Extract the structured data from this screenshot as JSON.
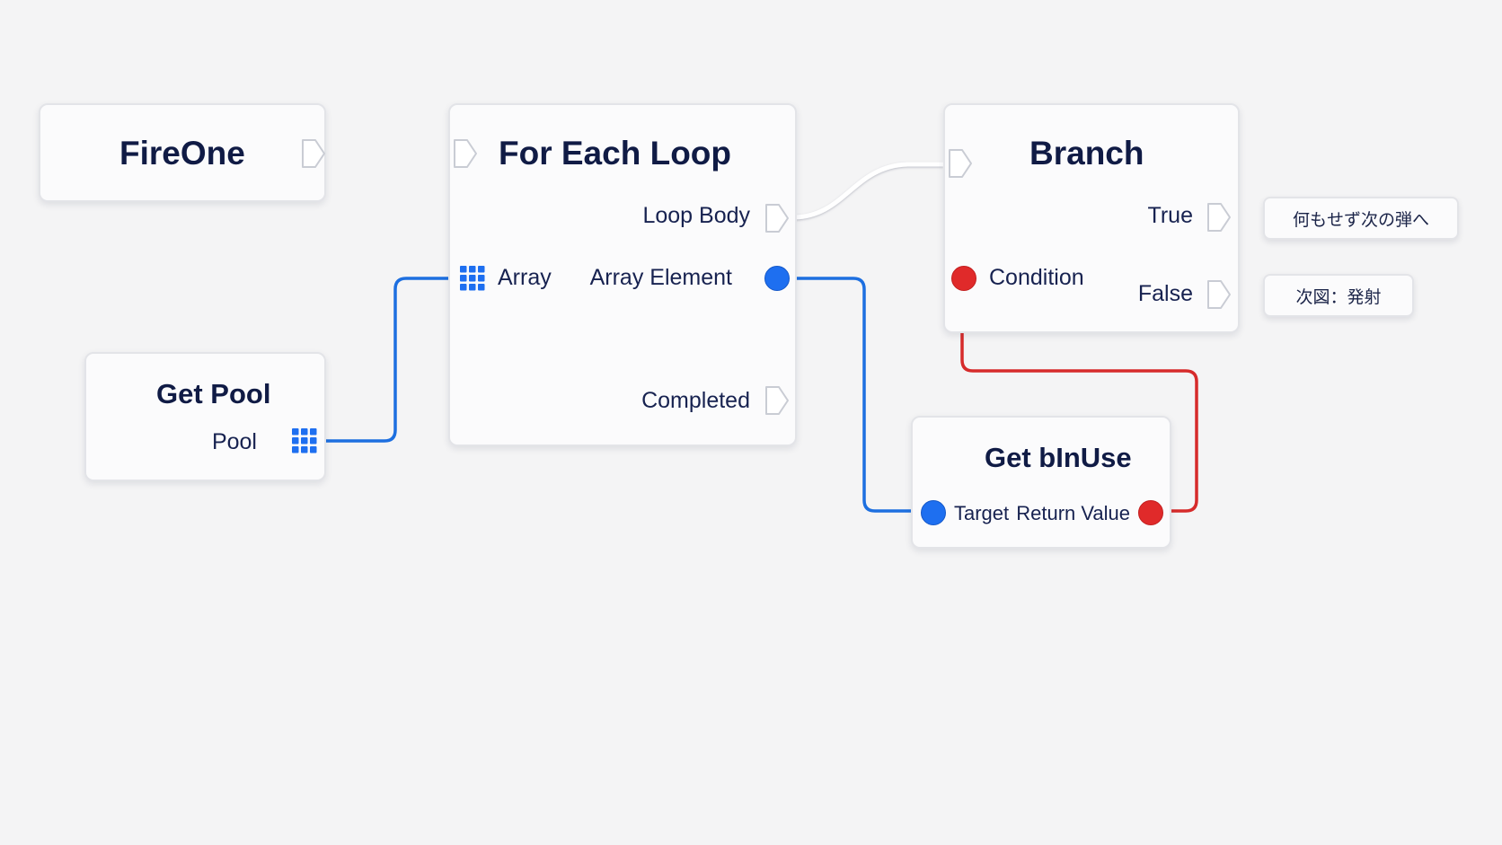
{
  "nodes": {
    "fire_one": {
      "title": "FireOne"
    },
    "for_each_loop": {
      "title": "For Each Loop",
      "pins": {
        "loop_body": "Loop Body",
        "array": "Array",
        "array_element": "Array Element",
        "completed": "Completed"
      }
    },
    "branch": {
      "title": "Branch",
      "pins": {
        "true": "True",
        "condition": "Condition",
        "false": "False"
      }
    },
    "get_pool": {
      "title": "Get Pool",
      "pins": {
        "pool": "Pool"
      }
    },
    "get_binuse": {
      "title": "Get bInUse",
      "pins": {
        "target": "Target",
        "return_value": "Return Value"
      }
    }
  },
  "notes": {
    "true_note": "何もせず次の弾へ",
    "false_note": "次図：発射"
  },
  "icons": {
    "exec_pin": "exec-arrow-icon",
    "array_pin": "array-grid-icon",
    "object_pin": "object-circle-icon",
    "bool_pin": "bool-circle-icon"
  },
  "colors": {
    "exec_wire": "#ffffff",
    "array_wire": "#1d6fe0",
    "object_wire": "#1d6fe0",
    "bool_wire": "#d62b2b",
    "object_pin": "#1e6ff0",
    "bool_pin": "#e02a2a"
  }
}
